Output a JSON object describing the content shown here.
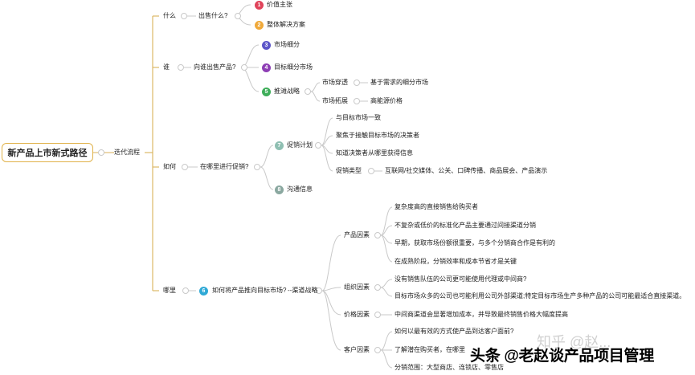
{
  "root": "新产品上市新式路径",
  "l1": "迭代流程",
  "q": {
    "what": "什么",
    "who": "谁",
    "how": "如何",
    "where": "哪里"
  },
  "sub": {
    "what": "出售什么?",
    "who": "向谁出售产品?",
    "how": "在哪里进行促销?",
    "where": "如何将产品推向目标市场?",
    "where_channel": "--渠道战略"
  },
  "items": {
    "i1": "价值主张",
    "i2": "整体解决方案",
    "i3": "市场细分",
    "i4": "目标细分市场",
    "i5": "推滩战略",
    "i7": "促销计划",
    "i8": "沟通信息"
  },
  "badges": [
    "1",
    "2",
    "3",
    "4",
    "5",
    "7",
    "8",
    "6"
  ],
  "badge_colors": [
    "#e0435a",
    "#f0a93a",
    "#5b55c8",
    "#8e3fb5",
    "#3fae5a",
    "#8fbfb2",
    "#8aa8a0",
    "#2fa9d6"
  ],
  "push": {
    "penetration": "市场穿透",
    "penetration_detail": "基于需求的细分市场",
    "expansion": "市场拓展",
    "expansion_detail": "高能源价格"
  },
  "promo": [
    "与目标市场一致",
    "聚焦于接触目标市场的决策者",
    "知道决策者从哪里获得信息",
    "促销类型"
  ],
  "promo_types": "互联网/社交媒体、公关、口碑传播、商品展会、产品演示",
  "factors": {
    "product": "产品因素",
    "org": "组织因素",
    "price": "价格因素",
    "customer": "客户因素"
  },
  "product_items": [
    "复杂度高的直接销售给购买者",
    "不复杂或低价的标准化产品主要通过间接渠道分销",
    "早期，获取市场份额很重要，与多个分销商合作是有利的",
    "在成熟阶段，分销效率和成本节省才是关键"
  ],
  "org_items": [
    "没有销售队伍的公司更可能使用代理或中间商?",
    "目标市场众多的公司也可能利用公司外部渠道;特定目标市场生产多种产品的公司可能最适合直接渠道。"
  ],
  "price_items": [
    "中间商渠道会显著增加成本，并导致最终销售价格大幅度提高"
  ],
  "customer_items": [
    "如何以最有效的方式使产品到达客户面前?",
    "了解潜在购买者，在哪里",
    "分销范围：大型商店、连锁店、零售店"
  ],
  "watermark": {
    "faint": "知乎 @赵...",
    "main": "头条 @老赵谈产品项目管理"
  }
}
